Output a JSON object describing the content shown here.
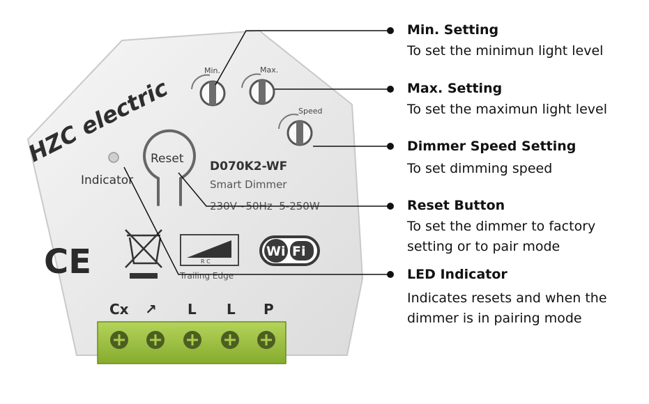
{
  "device": {
    "brand_text": "HZC electric",
    "model": "D070K2-WF",
    "product": "Smart Dimmer",
    "rating": "230V~50Hz  5-250W",
    "knob_min": "Min.",
    "knob_max": "Max.",
    "knob_speed": "Speed",
    "reset_label": "Reset",
    "indicator_label": "Indicator",
    "ce_mark": "CE",
    "trailing_edge_label": "Trailing Edge",
    "rc_label": "R C",
    "wifi_left": "Wi",
    "wifi_right": "Fi",
    "terminals": [
      "Cx",
      "↗",
      "L",
      "L",
      "P"
    ],
    "colors": {
      "housing": "#ececec",
      "terminal_block": "#9cc23f",
      "screw": "#4c5e22"
    }
  },
  "annotations": [
    {
      "title": "Min. Setting",
      "desc": [
        "To set the minimun light level"
      ]
    },
    {
      "title": "Max. Setting",
      "desc": [
        "To set the maximun light level"
      ]
    },
    {
      "title": "Dimmer Speed Setting",
      "desc": [
        "To set dimming speed"
      ]
    },
    {
      "title": "Reset Button",
      "desc": [
        "To set the dimmer to factory",
        "setting or to pair mode"
      ]
    },
    {
      "title": "LED Indicator",
      "desc": [
        "Indicates resets and when the",
        "dimmer is in pairing mode"
      ]
    }
  ]
}
